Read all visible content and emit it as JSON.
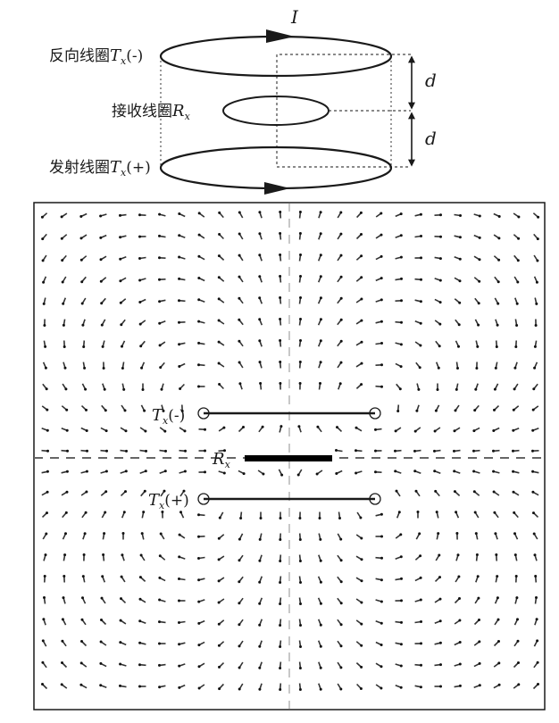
{
  "top_diagram": {
    "current_label": "I",
    "reverse_coil": {
      "prefix": "反向线圈",
      "symbol": "T",
      "subscript": "x",
      "sign": "(-)"
    },
    "receive_coil": {
      "prefix": "接收线圈",
      "symbol": "R",
      "subscript": "x"
    },
    "transmit_coil": {
      "prefix": "发射线圈",
      "symbol": "T",
      "subscript": "x",
      "sign": "(+)"
    },
    "distance_top": "d",
    "distance_bottom": "d"
  },
  "field_plot": {
    "tx_minus": {
      "symbol": "T",
      "subscript": "x",
      "sign": "(-)"
    },
    "rx": {
      "symbol": "R",
      "subscript": "x"
    },
    "tx_plus": {
      "symbol": "T",
      "subscript": "x",
      "sign": "(+)"
    }
  },
  "colors": {
    "line": "#1a1a1a",
    "arrow": "#333333",
    "dashed": "#666666"
  }
}
